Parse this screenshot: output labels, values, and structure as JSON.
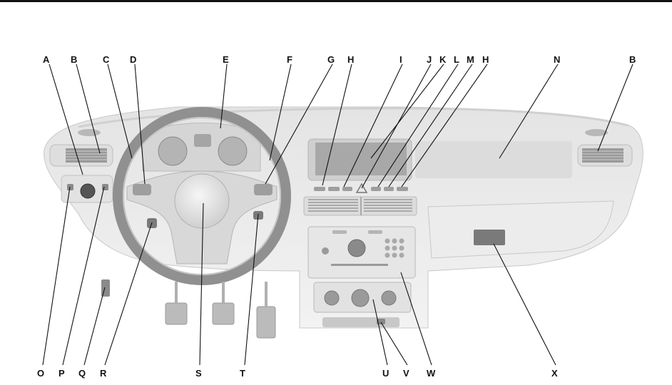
{
  "diagram": {
    "callouts": {
      "A": "A",
      "B": "B",
      "C": "C",
      "D": "D",
      "E": "E",
      "F": "F",
      "G": "G",
      "H": "H",
      "I": "I",
      "J": "J",
      "K": "K",
      "L": "L",
      "M": "M",
      "N": "N",
      "O": "O",
      "P": "P",
      "Q": "Q",
      "R": "R",
      "S": "S",
      "T": "T",
      "U": "U",
      "V": "V",
      "W": "W",
      "X": "X"
    }
  },
  "colors": {
    "top_rule": "#111111",
    "dash_light": "#eeeeee",
    "dash_mid": "#d9d9d9",
    "dash_dark": "#a9a9a9",
    "wheel": "#8f8f8f",
    "ink": "#111111"
  }
}
